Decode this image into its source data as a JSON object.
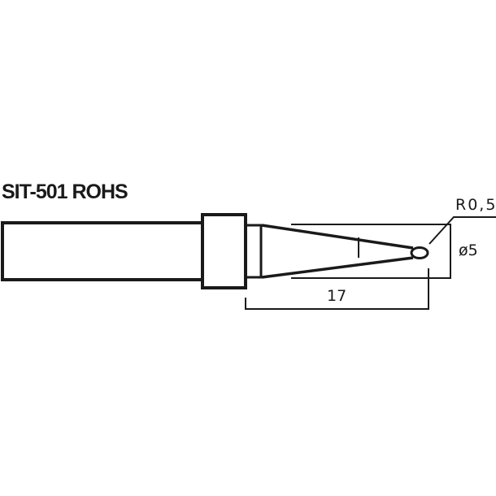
{
  "diagram": {
    "title": "SIT-501 ROHS",
    "type": "technical-drawing",
    "subject": "soldering tip",
    "dimensions": {
      "length": "17",
      "diameter": "ø5",
      "tip_radius": "R0,5"
    },
    "colors": {
      "stroke": "#1a1a1a",
      "background": "#ffffff"
    }
  }
}
